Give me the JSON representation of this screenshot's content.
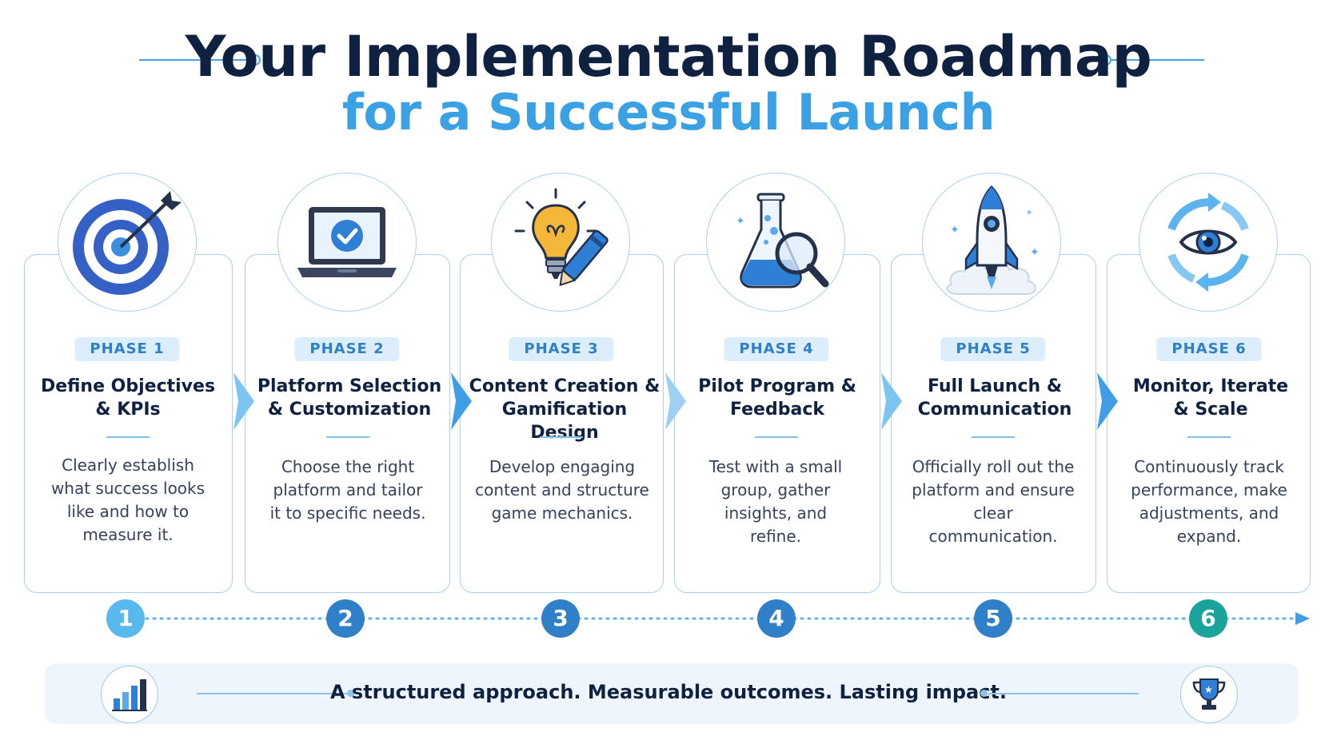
{
  "header": {
    "title_line1": "Your Implementation Roadmap",
    "title_line2": "for a Successful Launch"
  },
  "colors": {
    "navy": "#0f2140",
    "accent_blue": "#3aa1e4",
    "badge_bg": "#dcedfb",
    "badge_text": "#2f80c8",
    "teal": "#1aa39a"
  },
  "phases": [
    {
      "badge": "PHASE 1",
      "title": "Define Objectives & KPIs",
      "description": "Clearly establish what success looks like and how to measure it.",
      "number": "1",
      "icon": "target-icon",
      "number_color": "#58b9ee"
    },
    {
      "badge": "PHASE 2",
      "title": "Platform Selection & Customization",
      "description": "Choose the right platform and tailor it to specific needs.",
      "number": "2",
      "icon": "laptop-check-icon",
      "number_color": "#2f80c8"
    },
    {
      "badge": "PHASE 3",
      "title": "Content Creation & Gamification Design",
      "description": "Develop engaging content and structure game mechanics.",
      "number": "3",
      "icon": "lightbulb-pen-icon",
      "number_color": "#2f80c8"
    },
    {
      "badge": "PHASE 4",
      "title": "Pilot Program & Feedback",
      "description": "Test with a small group, gather insights, and refine.",
      "number": "4",
      "icon": "flask-magnifier-icon",
      "number_color": "#2f80c8"
    },
    {
      "badge": "PHASE 5",
      "title": "Full Launch & Communication",
      "description": "Officially roll out the platform and ensure clear communication.",
      "number": "5",
      "icon": "rocket-icon",
      "number_color": "#2f80c8"
    },
    {
      "badge": "PHASE 6",
      "title": "Monitor, Iterate & Scale",
      "description": "Continuously track performance, make adjustments, and expand.",
      "number": "6",
      "icon": "eye-cycle-icon",
      "number_color": "#1aa39a"
    }
  ],
  "footer": {
    "tagline": "A structured approach. Measurable outcomes. Lasting impact.",
    "left_icon": "bar-chart-icon",
    "right_icon": "trophy-icon"
  }
}
